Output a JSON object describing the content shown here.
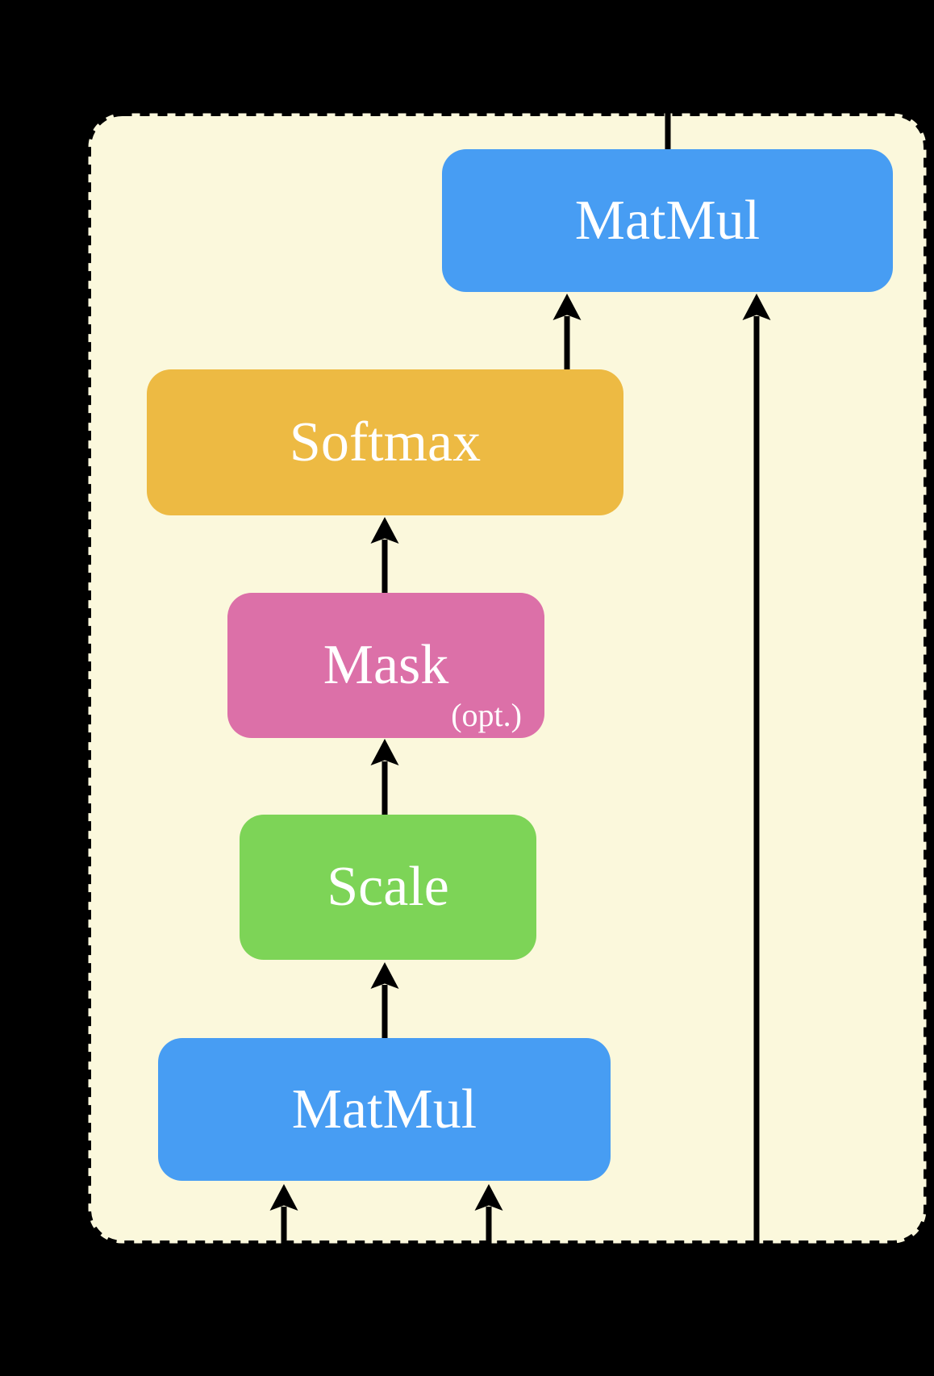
{
  "figure": {
    "blocks": {
      "matmul_top": {
        "label": "MatMul"
      },
      "softmax": {
        "label": "Softmax"
      },
      "mask": {
        "label": "Mask",
        "sublabel": "(opt.)"
      },
      "scale": {
        "label": "Scale"
      },
      "matmul_bottom": {
        "label": "MatMul"
      }
    }
  },
  "colors": {
    "background": "#000000",
    "panel_fill": "#FBF8DC",
    "matmul_blue": "#479DF3",
    "softmax_orange": "#EDBA43",
    "mask_pink": "#DC70A8",
    "scale_green": "#7DD457",
    "arrow": "#000000",
    "text": "#FFFFFF"
  }
}
